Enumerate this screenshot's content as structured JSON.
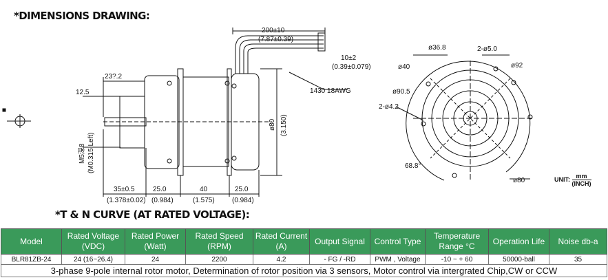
{
  "headings": {
    "dimensions": "*DIMENSIONS DRAWING:",
    "curve": "*T & N CURVE (AT RATED VOLTAGE):"
  },
  "drawing": {
    "side_labels": {
      "cable_length": "200±10",
      "cable_length_in": "(7.87±0.39)",
      "strip": "10±2",
      "strip_in": "(0.39±0.079)",
      "wire": "1430 18AWG",
      "shaft_len": "23?.2",
      "shaft_dia": "12.5",
      "dia80": "ø80",
      "dia80_in": "(3.150)",
      "thread": "M5深8",
      "thread_in": "(M0.315 Left)",
      "dim_35": "35±0.5",
      "dim_35_in": "(1.378±0.02)",
      "dim_25a": "25.0",
      "dim_25a_in": "(0.984)",
      "dim_40": "40",
      "dim_40_in": "(1.575)",
      "dim_25b": "25.0",
      "dim_25b_in": "(0.984)"
    },
    "front_labels": {
      "d368": "ø36.8",
      "d50": "2-ø5.0",
      "d40": "ø40",
      "d92": "ø92",
      "d905": "ø90.5",
      "d42": "2-ø4.2",
      "angle": "68.8°",
      "d80": "ø80"
    },
    "unit_label": "UNIT:",
    "unit_num": "mm",
    "unit_den": "(INCH)"
  },
  "table": {
    "headers": [
      "Model",
      "Rated Voltage (VDC)",
      "Rated Power (Watt)",
      "Rated Speed (RPM)",
      "Rated Current (A)",
      "Output Signal",
      "Control Type",
      "Temperature Range °C",
      "Operation Life",
      "Noise db-a"
    ],
    "row": [
      "BLR81ZB-24",
      "24  (16~26.4)",
      "24",
      "2200",
      "4.2",
      "- FG / -RD",
      "PWM , Voltage",
      "-10 ~ + 60",
      "50000-ball",
      "35"
    ],
    "note": "3-phase 9-pole internal rotor motor, Determination of rotor position via 3 sensors, Motor control via intergrated Chip,CW or CCW"
  },
  "colors": {
    "header_bg": "#3a9a5a",
    "header_text": "#ffffff"
  }
}
